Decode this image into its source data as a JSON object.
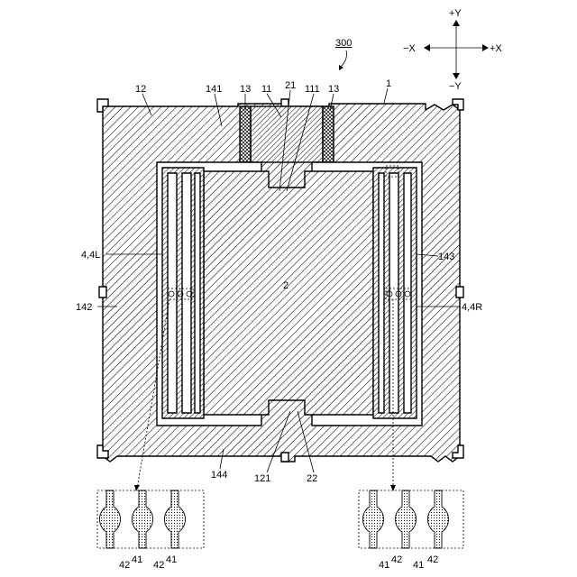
{
  "figure": {
    "assembly_label": "300",
    "axes": {
      "plus_y": "+Y",
      "minus_y": "−Y",
      "minus_x": "−X",
      "plus_x": "+X"
    },
    "callouts": {
      "frame": "1",
      "fixed_part": "12",
      "top_region": "141",
      "top_left_joint": "13",
      "top_block": "11",
      "mass_tab_top": "21",
      "top_connector": "111",
      "top_right_joint": "13",
      "left_spring": "4,4L",
      "right_spring": "4,4R",
      "right_region": "143",
      "left_region": "142",
      "mass": "2",
      "bottom_region": "144",
      "bottom_connector": "121",
      "mass_tab_bottom": "22"
    },
    "detail_left_labels": [
      "42",
      "41",
      "42",
      "41"
    ],
    "detail_right_labels": [
      "41",
      "42",
      "41",
      "42"
    ]
  }
}
